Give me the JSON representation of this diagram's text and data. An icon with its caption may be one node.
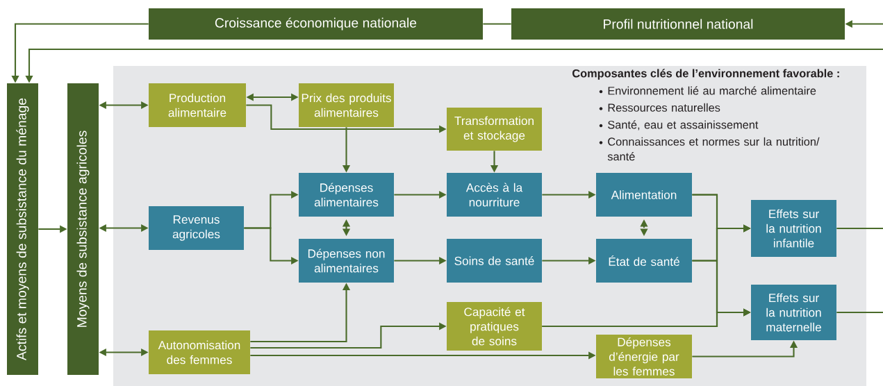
{
  "diagram": {
    "nodes": [
      {
        "text": [
          "Croissance économique nationale"
        ]
      },
      {
        "text": [
          "Profil nutritionnel national"
        ]
      },
      {
        "text": [
          "Actifs et moyens de subsistance du ménage"
        ]
      },
      {
        "text": [
          "Moyens de subsistance agricoles"
        ]
      },
      {
        "text": [
          "Composantes clés de l’environnement favorable :",
          "Environnement lié au marché alimentaire",
          "Ressources naturelles",
          "Santé, eau et assainissement",
          "Connaissances et normes sur la nutrition/ santé"
        ]
      },
      {
        "text": [
          "Production alimentaire"
        ],
        "in": 4
      },
      {
        "text": [
          "Prix des produits alimentaires"
        ],
        "in": 4
      },
      {
        "text": [
          "Transformation et stockage"
        ],
        "in": 4
      },
      {
        "text": [
          "Dépenses alimentaires"
        ],
        "in": 4
      },
      {
        "text": [
          "Revenus agricoles"
        ],
        "in": 4
      },
      {
        "text": [
          "Accès à la nourriture"
        ],
        "in": 4
      },
      {
        "text": [
          "Alimentation"
        ],
        "in": 4
      },
      {
        "text": [
          "Dépenses non alimentaires"
        ],
        "in": 4
      },
      {
        "text": [
          "Soins de santé"
        ],
        "in": 4
      },
      {
        "text": [
          "État de santé"
        ],
        "in": 4
      },
      {
        "text": [
          "Effets sur la nutrition infantile"
        ],
        "in": 4
      },
      {
        "text": [
          "Effets sur la nutrition maternelle"
        ],
        "in": 4
      },
      {
        "text": [
          "Capacité et pratiques de soins"
        ],
        "in": 4
      },
      {
        "text": [
          "Autonomisation des femmes"
        ],
        "in": 4
      },
      {
        "text": [
          "Dépenses d’énergie par les femmes"
        ],
        "in": 4
      }
    ],
    "edges": [
      {
        "from": 0,
        "to": 2,
        "arrow": "to"
      },
      {
        "from": 0,
        "to": 1,
        "arrow": "none"
      },
      {
        "from": null,
        "to": 1,
        "arrow": "to"
      },
      {
        "from": null,
        "to": 2,
        "arrow": "to"
      },
      {
        "from": 2,
        "to": 3,
        "arrow": "to"
      },
      {
        "from": 3,
        "to": 5,
        "arrow": "both"
      },
      {
        "from": 3,
        "to": 9,
        "arrow": "both"
      },
      {
        "from": 3,
        "to": 18,
        "arrow": "both"
      },
      {
        "from": 5,
        "to": 6,
        "arrow": "both"
      },
      {
        "from": 5,
        "to": 7,
        "arrow": "to"
      },
      {
        "from": 6,
        "to": 8,
        "arrow": "to"
      },
      {
        "from": 7,
        "to": 10,
        "arrow": "to"
      },
      {
        "from": 9,
        "to": 8,
        "arrow": "to"
      },
      {
        "from": 9,
        "to": 12,
        "arrow": "to"
      },
      {
        "from": 8,
        "to": 12,
        "arrow": "both"
      },
      {
        "from": 8,
        "to": 10,
        "arrow": "to"
      },
      {
        "from": 12,
        "to": 13,
        "arrow": "to"
      },
      {
        "from": 10,
        "to": 11,
        "arrow": "to"
      },
      {
        "from": 13,
        "to": 14,
        "arrow": "to"
      },
      {
        "from": 11,
        "to": 14,
        "arrow": "both",
        "style": "dashed"
      },
      {
        "from": 11,
        "to": 15,
        "arrow": "to"
      },
      {
        "from": 11,
        "to": 16,
        "arrow": "to"
      },
      {
        "from": 14,
        "to": 15,
        "arrow": "to"
      },
      {
        "from": 14,
        "to": 16,
        "arrow": "to"
      },
      {
        "from": 17,
        "to": 15,
        "arrow": "to"
      },
      {
        "from": 17,
        "to": 16,
        "arrow": "to"
      },
      {
        "from": 18,
        "to": 12,
        "arrow": "to"
      },
      {
        "from": 18,
        "to": 17,
        "arrow": "to"
      },
      {
        "from": 18,
        "to": 19,
        "arrow": "to"
      },
      {
        "from": 19,
        "to": 16,
        "arrow": "to"
      },
      {
        "from": 15,
        "to": null,
        "arrow": "none"
      },
      {
        "from": 16,
        "to": null,
        "arrow": "none"
      }
    ]
  }
}
